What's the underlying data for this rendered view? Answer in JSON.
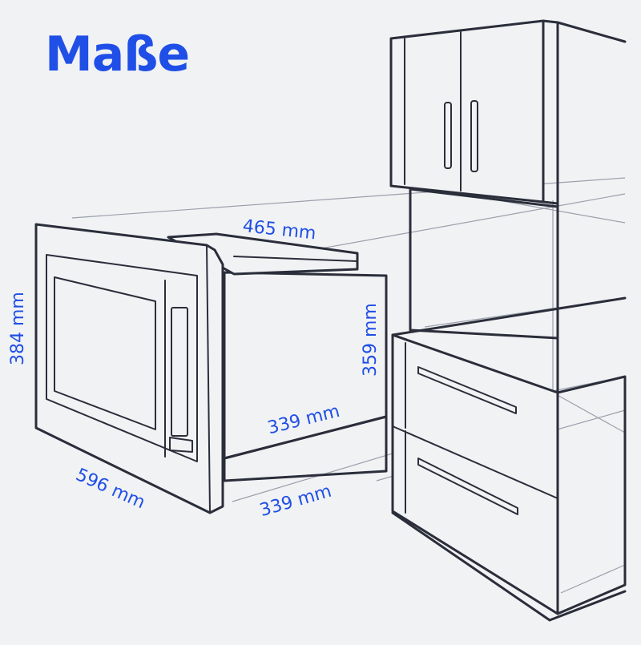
{
  "title": "Maße",
  "dimensions": {
    "height_outer": "384 mm",
    "depth": "465 mm",
    "height_inner": "359 mm",
    "width_inner": "339 mm",
    "width_outer": "596 mm",
    "width_cutout": "339 mm"
  },
  "colors": {
    "accent": "#1f4fe6",
    "line": "#2a2e3a",
    "guide": "#9aa0ab",
    "background": "#f1f2f4"
  }
}
